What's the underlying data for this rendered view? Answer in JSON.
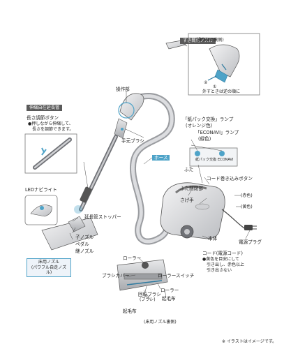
{
  "labels": {
    "attachment_nozzle": "すき間用ノズル",
    "operation_steps": "(操作部の裏側)",
    "remove_from_operation": "外すときは逆の順に",
    "step1": "①",
    "step2": "②",
    "operation_part": "操作部",
    "telescopic_pipe": "伸縮自在延長管",
    "length_button": "長さ調節ボタン",
    "length_desc_1": "●押しながら伸縮して、",
    "length_desc_2": "長さを調節できます。",
    "hand_brush": "手元ブラシ",
    "hose": "ホース",
    "led_light": "LEDナビライト",
    "ext_stopper": "延長管ストッパー",
    "child_nozzle": "子ノズル",
    "pedal": "ペダル",
    "joint_nozzle": "継ノズル",
    "floor_nozzle_1": "床用ノズル",
    "floor_nozzle_2": "(パワフル自走ノズル)",
    "paper_pack_lamp_1": "「紙パック交換」ランプ",
    "paper_pack_lamp_2": "(オレンジ色)",
    "econavi_lamp_1": "「ECONAVI」ランプ",
    "econavi_lamp_2": "(緑色)",
    "panel_left": "紙パック交換",
    "panel_right": "ECONAVI",
    "lid": "ふた",
    "cord_button": "コード巻き込みボタン",
    "lid_button": "ふた開閉部",
    "handle": "さげ手",
    "red": "(赤色)",
    "yellow": "(黄色)",
    "power_plug": "電源プラグ",
    "body": "本体",
    "cord_title": "コード(電源コード)",
    "cord_desc_1": "●黄色を目安にして",
    "cord_desc_2": "引き出し、赤色以上",
    "cord_desc_3": "引き出さない",
    "roller": "ローラー",
    "brush_cover": "ブラシカバー",
    "roller_switch": "ローラースイッチ",
    "roller2": "ローラー",
    "rotary_brush_1": "回転ブラシ",
    "rotary_brush_2": "(ブラシ)",
    "bristle": "起毛布",
    "bristle2": "起毛布",
    "floor_back": "(床用ノズル裏側)",
    "image_note": "※ イラストはイメージです。"
  },
  "colors": {
    "accent": "#4ea3c8",
    "dark_header": "#5a5a5a",
    "body_gray": "#d9dadc"
  }
}
